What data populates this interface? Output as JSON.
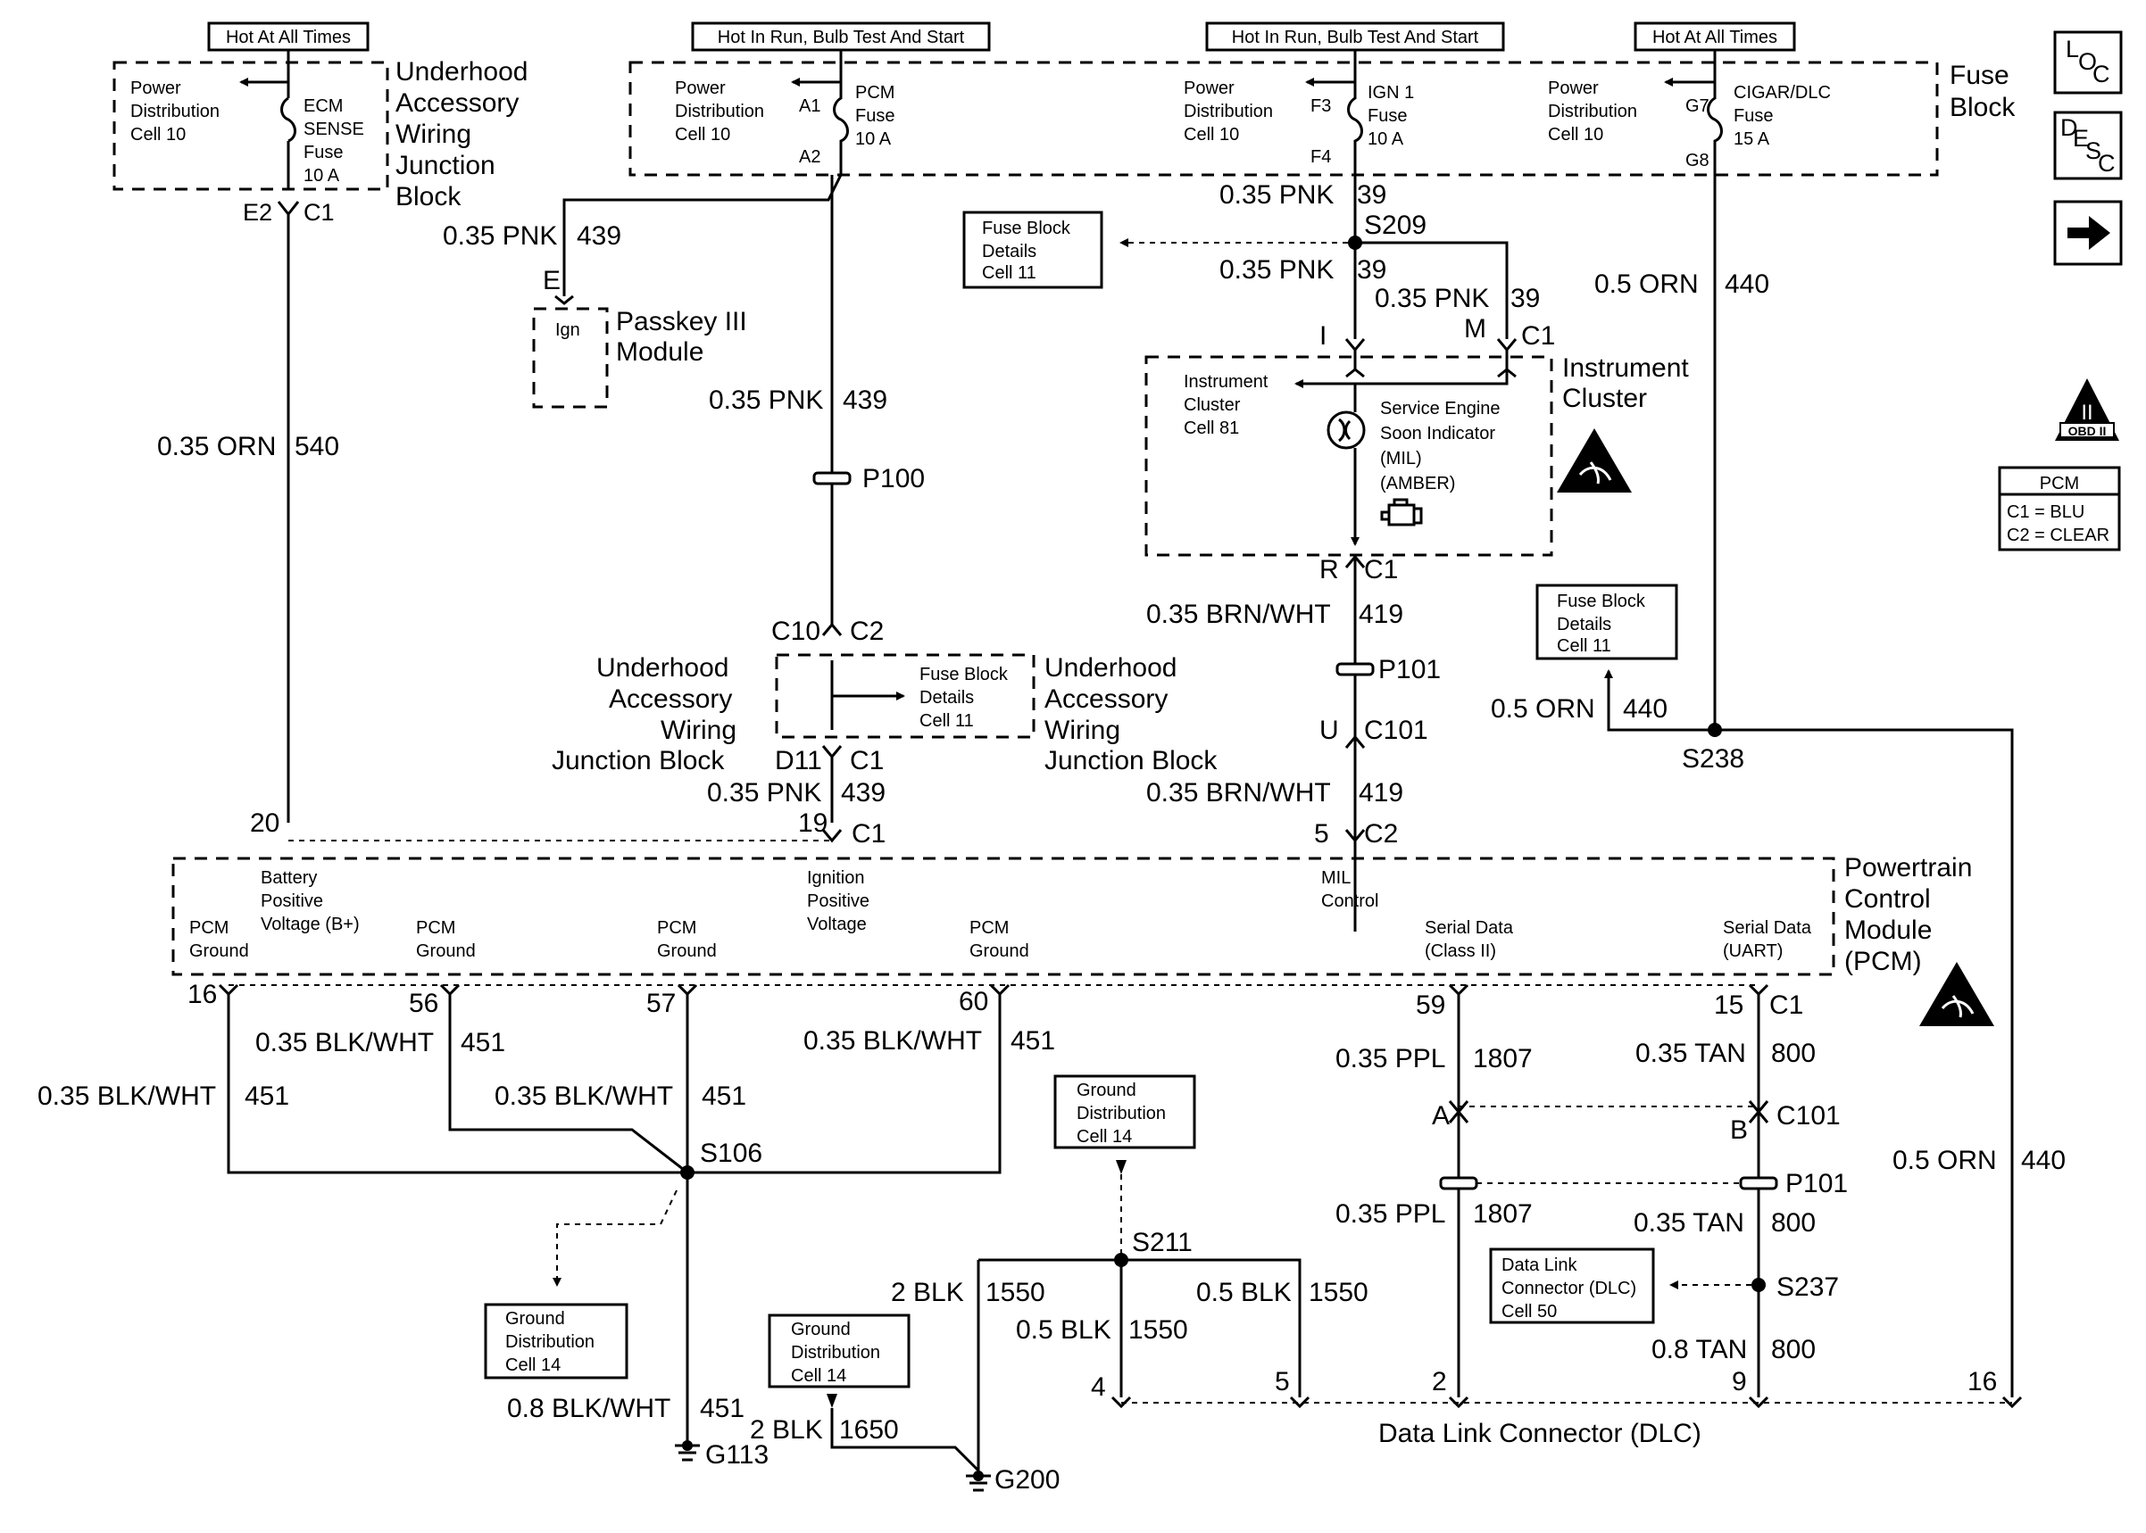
{
  "header_tags": {
    "hot_at_all_times_1": "Hot At All Times",
    "hot_in_run_1": "Hot In Run, Bulb Test And Start",
    "hot_in_run_2": "Hot In Run, Bulb Test And Start",
    "hot_at_all_times_2": "Hot At All Times"
  },
  "underhood_top": {
    "power_dist_line1": "Power",
    "power_dist_line2": "Distribution",
    "power_dist_line3": "Cell 10",
    "fuse_line1": "ECM",
    "fuse_line2": "SENSE",
    "fuse_line3": "Fuse",
    "fuse_line4": "10 A",
    "title_line1": "Underhood",
    "title_line2": "Accessory",
    "title_line3": "Wiring",
    "title_line4": "Junction",
    "title_line5": "Block",
    "pin": "E2",
    "conn": "C1"
  },
  "fuse_block": {
    "title_line1": "Fuse",
    "title_line2": "Block",
    "pcm_fuse": {
      "pd1": "Power",
      "pd2": "Distribution",
      "pd3": "Cell 10",
      "in_pin": "A1",
      "out_pin": "A2",
      "f1": "PCM",
      "f2": "Fuse",
      "f3": "10 A"
    },
    "ign_fuse": {
      "pd1": "Power",
      "pd2": "Distribution",
      "pd3": "Cell 10",
      "in_pin": "F3",
      "out_pin": "F4",
      "f1": "IGN 1",
      "f2": "Fuse",
      "f3": "10 A"
    },
    "cigar_fuse": {
      "pd1": "Power",
      "pd2": "Distribution",
      "pd3": "Cell 10",
      "in_pin": "G7",
      "out_pin": "G8",
      "f1": "CIGAR/DLC",
      "f2": "Fuse",
      "f3": "15 A"
    }
  },
  "side_icons": {
    "loc_l": "L",
    "loc_o": "O",
    "loc_c": "C",
    "desc_d": "D",
    "desc_e": "E",
    "desc_s": "S",
    "desc_c": "C",
    "obd_numeral": "II",
    "obd_label": "OBD II"
  },
  "pcm_legend": {
    "title": "PCM",
    "c1": "C1 = BLU",
    "c2": "C2 = CLEAR"
  },
  "wires": {
    "w540_color": "0.35 ORN",
    "w540_num": "540",
    "w439a_color": "0.35 PNK",
    "w439a_num": "439",
    "w439b_color": "0.35 PNK",
    "w439b_num": "439",
    "w439c_color": "0.35 PNK",
    "w439c_num": "439",
    "w39a_color": "0.35 PNK",
    "w39a_num": "39",
    "w39b_color": "0.35 PNK",
    "w39b_num": "39",
    "w39c_color": "0.35 PNK",
    "w39c_num": "39",
    "w440a_color": "0.5 ORN",
    "w440a_num": "440",
    "w440b_color": "0.5 ORN",
    "w440b_num": "440",
    "w440c_color": "0.5 ORN",
    "w440c_num": "440",
    "w419a_color": "0.35 BRN/WHT",
    "w419a_num": "419",
    "w419b_color": "0.35 BRN/WHT",
    "w419b_num": "419",
    "w451a_color": "0.35 BLK/WHT",
    "w451a_num": "451",
    "w451b_color": "0.35 BLK/WHT",
    "w451b_num": "451",
    "w451c_color": "0.35 BLK/WHT",
    "w451c_num": "451",
    "w451d_color": "0.35 BLK/WHT",
    "w451d_num": "451",
    "w451e_color": "0.8 BLK/WHT",
    "w451e_num": "451",
    "w1807a_color": "0.35 PPL",
    "w1807a_num": "1807",
    "w1807b_color": "0.35 PPL",
    "w1807b_num": "1807",
    "w800a_color": "0.35 TAN",
    "w800a_num": "800",
    "w800b_color": "0.35 TAN",
    "w800b_num": "800",
    "w800c_color": "0.8 TAN",
    "w800c_num": "800",
    "w1550a_color": "2 BLK",
    "w1550a_num": "1550",
    "w1550b_color": "0.5 BLK",
    "w1550b_num": "1550",
    "w1550c_color": "0.5 BLK",
    "w1550c_num": "1550",
    "w1650_color": "2 BLK",
    "w1650_num": "1650"
  },
  "passkey": {
    "pin": "E",
    "inner": "Ign",
    "title_line1": "Passkey III",
    "title_line2": "Module"
  },
  "splices": {
    "s209": "S209",
    "s238": "S238",
    "s106": "S106",
    "s211": "S211",
    "s237": "S237"
  },
  "inline_conn": {
    "p100": "P100",
    "p101a": "P101",
    "p101b": "P101"
  },
  "ref_boxes": {
    "fb1": {
      "l1": "Fuse Block",
      "l2": "Details",
      "l3": "Cell 11"
    },
    "fb2": {
      "l1": "Fuse Block",
      "l2": "Details",
      "l3": "Cell 11"
    },
    "fb3": {
      "l1": "Fuse Block",
      "l2": "Details",
      "l3": "Cell 11"
    },
    "gd1": {
      "l1": "Ground",
      "l2": "Distribution",
      "l3": "Cell 14"
    },
    "gd2": {
      "l1": "Ground",
      "l2": "Distribution",
      "l3": "Cell 14"
    },
    "gd3": {
      "l1": "Ground",
      "l2": "Distribution",
      "l3": "Cell 14"
    },
    "dlc": {
      "l1": "Data Link",
      "l2": "Connector (DLC)",
      "l3": "Cell 50"
    }
  },
  "cluster": {
    "pin_i": "I",
    "pin_m": "M",
    "conn_top": "C1",
    "cell_l1": "Instrument",
    "cell_l2": "Cluster",
    "cell_l3": "Cell 81",
    "ses_l1": "Service Engine",
    "ses_l2": "Soon Indicator",
    "ses_l3": "(MIL)",
    "ses_l4": "(AMBER)",
    "title_l1": "Instrument",
    "title_l2": "Cluster",
    "pin_r": "R",
    "conn_bottom": "C1"
  },
  "junction_mid": {
    "c10": "C10",
    "c2": "C2",
    "left_l1": "Underhood",
    "left_l2": "Accessory",
    "left_l3": "Wiring",
    "left_l4": "Junction Block",
    "right_l1": "Underhood",
    "right_l2": "Accessory",
    "right_l3": "Wiring",
    "right_l4": "Junction Block",
    "d11": "D11",
    "c1": "C1"
  },
  "c101_upper": {
    "pin": "U",
    "conn": "C101"
  },
  "pcm": {
    "pin20": "20",
    "pin19": "19",
    "conn19": "C1",
    "pin5": "5",
    "conn5": "C2",
    "bat_l1": "Battery",
    "bat_l2": "Positive",
    "bat_l3": "Voltage (B+)",
    "ign_l1": "Ignition",
    "ign_l2": "Positive",
    "ign_l3": "Voltage",
    "mil_l1": "MIL",
    "mil_l2": "Control",
    "gnd1_l1": "PCM",
    "gnd1_l2": "Ground",
    "gnd2_l1": "PCM",
    "gnd2_l2": "Ground",
    "gnd3_l1": "PCM",
    "gnd3_l2": "Ground",
    "gnd4_l1": "PCM",
    "gnd4_l2": "Ground",
    "ser2_l1": "Serial Data",
    "ser2_l2": "(Class II)",
    "uart_l1": "Serial Data",
    "uart_l2": "(UART)",
    "title_l1": "Powertrain",
    "title_l2": "Control",
    "title_l3": "Module",
    "title_l4": "(PCM)",
    "pin16": "16",
    "pin56": "56",
    "pin57": "57",
    "pin60": "60",
    "pin59": "59",
    "pin15": "15",
    "conn15": "C1"
  },
  "c101_lower": {
    "pin_a": "A",
    "pin_b": "B",
    "conn": "C101"
  },
  "grounds": {
    "g113": "G113",
    "g200": "G200"
  },
  "dlc": {
    "pin4": "4",
    "pin5": "5",
    "pin2": "2",
    "pin9": "9",
    "pin16": "16",
    "title": "Data Link Connector (DLC)"
  }
}
